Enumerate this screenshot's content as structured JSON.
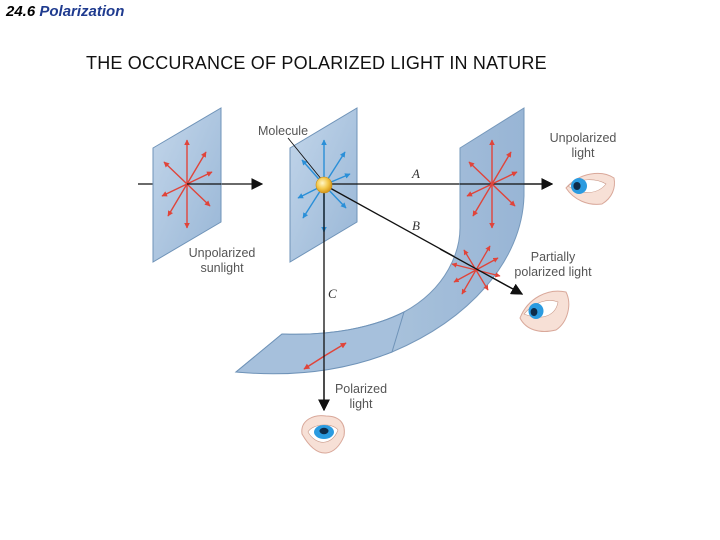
{
  "header": {
    "section_number": "24.6",
    "section_topic": "Polarization"
  },
  "title": "THE OCCURANCE OF POLARIZED LIGHT IN NATURE",
  "diagram": {
    "labels": {
      "molecule": "Molecule",
      "unpolarized_sunlight_line1": "Unpolarized",
      "unpolarized_sunlight_line2": "sunlight",
      "unpolarized_light_line1": "Unpolarized",
      "unpolarized_light_line2": "light",
      "partially_polarized_line1": "Partially",
      "partially_polarized_line2": "polarized light",
      "polarized_light_line1": "Polarized",
      "polarized_light_line2": "light",
      "ray_a": "A",
      "ray_b": "B",
      "ray_c": "C"
    },
    "colors": {
      "panel_fill": "#a9c3de",
      "panel_edge": "#6f93b8",
      "field_arrow_red": "#e0443a",
      "field_arrow_blue": "#2a8fd8",
      "molecule": "#f3c84a",
      "eye_iris": "#2b9be0"
    }
  }
}
